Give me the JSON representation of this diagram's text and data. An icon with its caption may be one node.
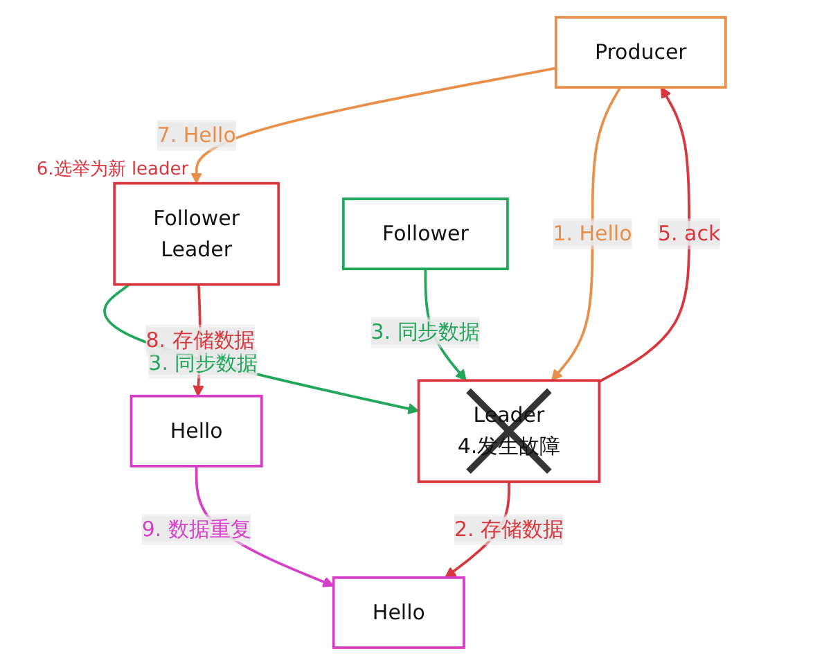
{
  "diagram": {
    "nodes": [
      {
        "text": [
          "Producer"
        ]
      },
      {
        "text": [
          "Follower",
          "Leader"
        ],
        "beside": [
          "6.选举为新 leader"
        ]
      },
      {
        "text": [
          "Leader",
          "4.发生故障"
        ]
      },
      {
        "text": [
          "Follower"
        ]
      },
      {
        "text": [
          "Hello"
        ]
      },
      {
        "text": [
          "Hello"
        ]
      }
    ],
    "edges": [
      {
        "from": 0,
        "to": 1,
        "arrow": "to",
        "label": "7. Hello",
        "color": "#e8904a"
      },
      {
        "from": 0,
        "to": 2,
        "arrow": "to",
        "label": "1. Hello",
        "color": "#e8904a"
      },
      {
        "from": 2,
        "to": 0,
        "arrow": "to",
        "label": "5. ack"
      },
      {
        "from": 1,
        "to": 2,
        "arrow": "to",
        "label": "3. 同步数据",
        "color": "#22a65a"
      },
      {
        "from": 3,
        "to": 2,
        "arrow": "to",
        "label": "3. 同步数据",
        "color": "#22a65a"
      },
      {
        "from": 1,
        "to": 4,
        "arrow": "to",
        "label": "8. 存储数据"
      },
      {
        "from": 2,
        "to": 5,
        "arrow": "to",
        "label": "2. 存储数据"
      },
      {
        "from": 4,
        "to": 5,
        "arrow": "to",
        "label": "9. 数据重复",
        "color": "#d63fc8"
      }
    ]
  }
}
